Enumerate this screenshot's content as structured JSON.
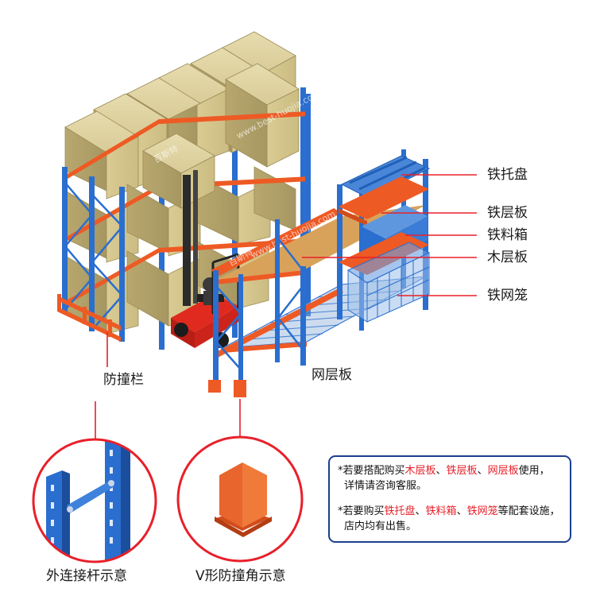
{
  "callouts": {
    "iron_pallet": "铁托盘",
    "iron_shelf": "铁层板",
    "iron_box": "铁料箱",
    "wood_shelf": "木层板",
    "wire_cage": "铁网笼",
    "guard_rail": "防撞栏",
    "mesh_shelf": "网层板"
  },
  "insets": {
    "connector": "外连接杆示意",
    "v_guard": "V形防撞角示意"
  },
  "watermarks": {
    "brand": "百斯特",
    "url": "www.best-huojia.com"
  },
  "note": {
    "line1_prefix": "*若要搭配购买",
    "line1_items": [
      "木层板",
      "铁层板",
      "网层板"
    ],
    "separator": "、",
    "line1_suffix": "使用，",
    "line1_cont": "详情请咨询客服。",
    "line2_prefix": "*若要购买",
    "line2_items": [
      "铁托盘",
      "铁料箱",
      "铁网笼"
    ],
    "line2_suffix": "等配套设施，",
    "line2_cont": "店内均有出售。"
  },
  "colors": {
    "upright_blue": "#2a6ecf",
    "beam_orange": "#ee5a24",
    "cargo_box": "#cfc08a",
    "callout_red": "#e8202a",
    "note_border": "#1d3f8f"
  }
}
